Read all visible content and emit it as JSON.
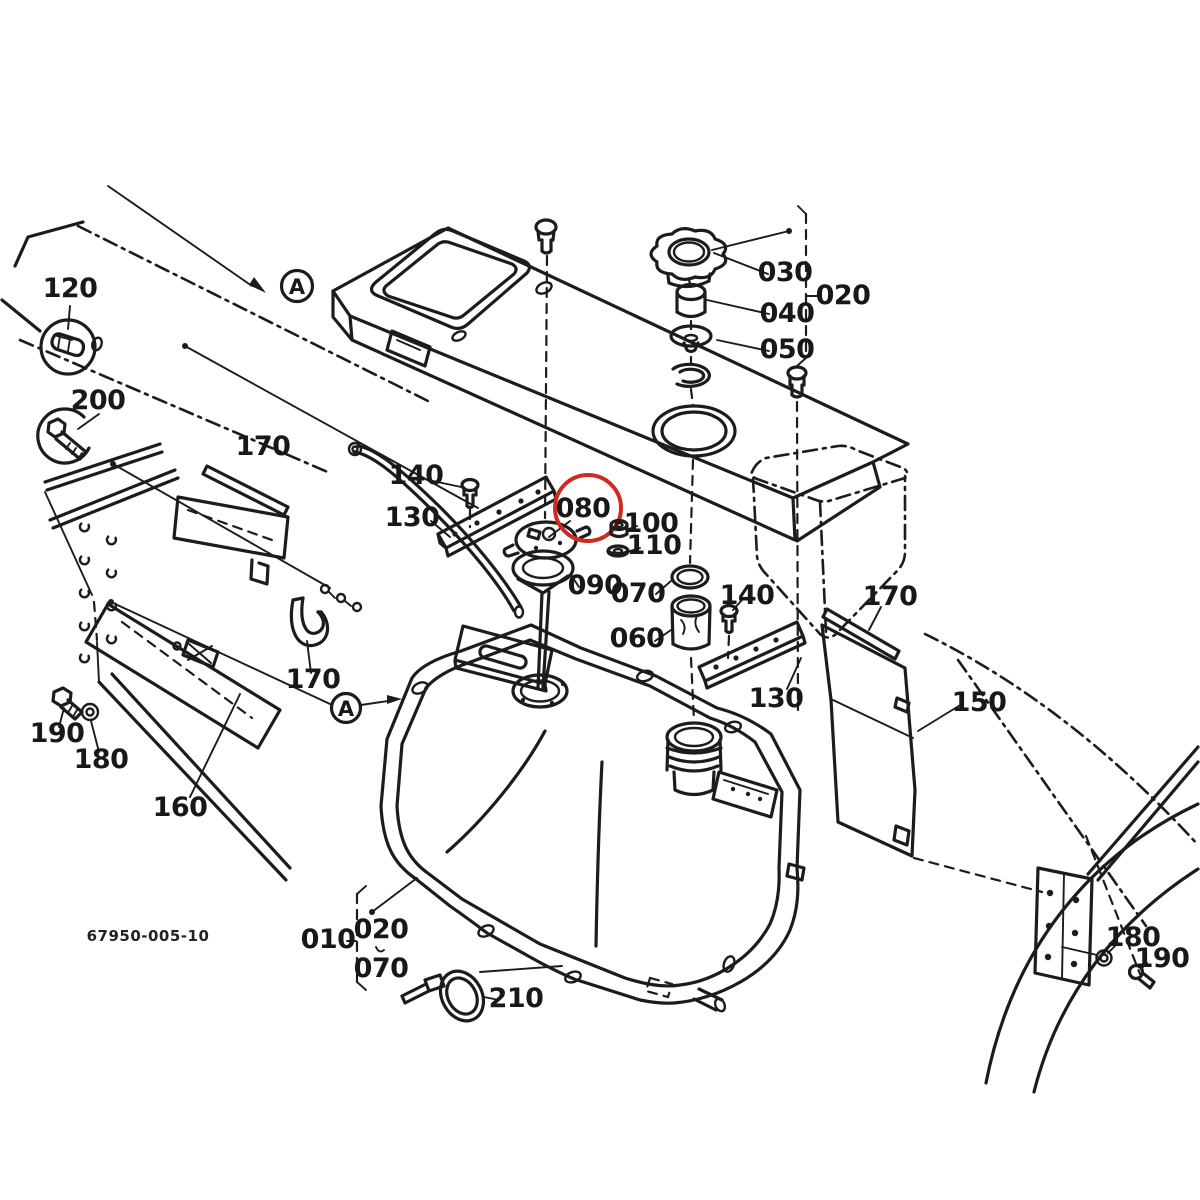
{
  "figure": {
    "type": "exploded-parts-diagram",
    "subject": "fuel-tank-assembly",
    "drawing_number": "67950-005-10",
    "background_color": "#ffffff",
    "line_color": "#1c1c1c",
    "highlight_color": "#cf2b20"
  },
  "highlighted_part": "080",
  "section_markers": [
    {
      "label": "A"
    },
    {
      "label": "A"
    }
  ],
  "callouts": [
    {
      "label": "120"
    },
    {
      "label": "200"
    },
    {
      "label": "170"
    },
    {
      "label": "140"
    },
    {
      "label": "130"
    },
    {
      "label": "080",
      "highlighted": true
    },
    {
      "label": "100"
    },
    {
      "label": "110"
    },
    {
      "label": "090"
    },
    {
      "label": "070"
    },
    {
      "label": "030"
    },
    {
      "label": "020"
    },
    {
      "label": "040"
    },
    {
      "label": "050"
    },
    {
      "label": "060"
    },
    {
      "label": "140"
    },
    {
      "label": "130"
    },
    {
      "label": "170"
    },
    {
      "label": "150"
    },
    {
      "label": "190"
    },
    {
      "label": "180"
    },
    {
      "label": "160"
    },
    {
      "label": "170"
    },
    {
      "label": "010"
    },
    {
      "label": "020"
    },
    {
      "label": "070"
    },
    {
      "label": "210"
    },
    {
      "label": "180"
    },
    {
      "label": "190"
    }
  ]
}
